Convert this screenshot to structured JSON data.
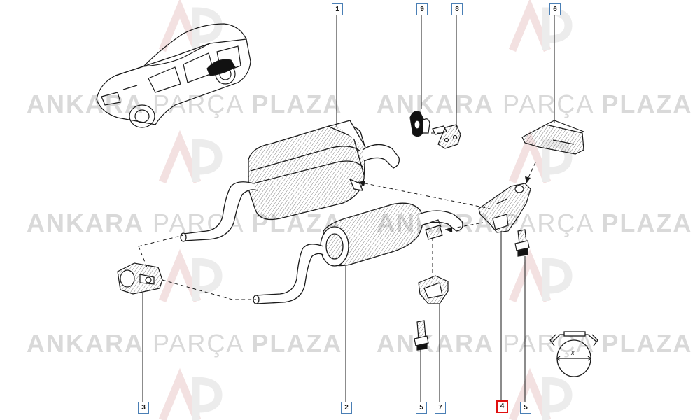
{
  "watermark": {
    "brand_left": "ANKARA",
    "brand_mid": "PARÇA",
    "brand_right": "PLAZA",
    "logo_letters": "AP"
  },
  "callouts": [
    {
      "id": "c1",
      "label": "1"
    },
    {
      "id": "c9",
      "label": "9"
    },
    {
      "id": "c8",
      "label": "8"
    },
    {
      "id": "c6",
      "label": "6"
    },
    {
      "id": "c3",
      "label": "3"
    },
    {
      "id": "c2",
      "label": "2"
    },
    {
      "id": "c5a",
      "label": "5"
    },
    {
      "id": "c7",
      "label": "7"
    },
    {
      "id": "c4",
      "label": "4",
      "highlighted": true
    },
    {
      "id": "c5b",
      "label": "5"
    }
  ],
  "clamp_dimension_label": "x",
  "colors": {
    "callout_border": "#4a7fb5",
    "highlight": "#e01010",
    "line": "#1a1a1a",
    "watermark": "#d9d9d9"
  }
}
